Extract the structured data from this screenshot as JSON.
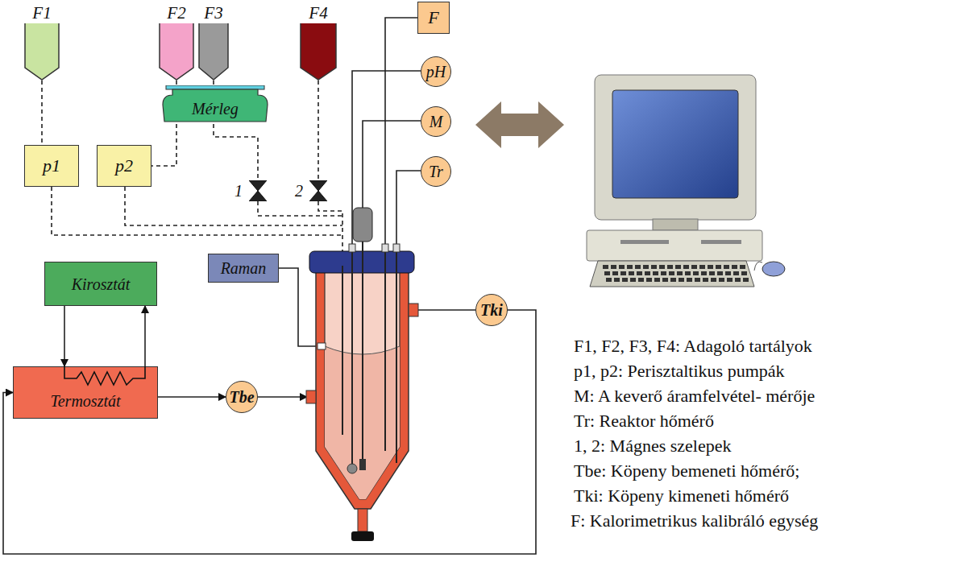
{
  "diagram": {
    "nodes": [
      {
        "text": [
          "F1"
        ]
      },
      {
        "text": [
          "F2"
        ]
      },
      {
        "text": [
          "F3"
        ]
      },
      {
        "text": [
          "F4"
        ]
      },
      {
        "text": [
          "Mérleg"
        ]
      },
      {
        "text": [
          "p1"
        ]
      },
      {
        "text": [
          "p2"
        ]
      },
      {
        "text": [
          "1"
        ]
      },
      {
        "text": [
          "2"
        ]
      },
      {
        "text": [
          "F"
        ]
      },
      {
        "text": [
          "pH"
        ]
      },
      {
        "text": [
          "M"
        ]
      },
      {
        "text": [
          "Tr"
        ]
      },
      {
        "text": [
          "Raman"
        ]
      },
      {
        "text": [
          "Kirosztát"
        ]
      },
      {
        "text": [
          "Termosztát"
        ]
      },
      {
        "text": [
          "Tbe"
        ]
      },
      {
        "text": [
          "Tki"
        ]
      }
    ],
    "edges": [
      {
        "from": 0,
        "to": 5,
        "arrow": "none"
      },
      {
        "from": 1,
        "to": 6,
        "arrow": "none"
      },
      {
        "from": 2,
        "to": 7,
        "arrow": "none"
      },
      {
        "from": 3,
        "to": 8,
        "arrow": "none"
      },
      {
        "from": 14,
        "to": 15,
        "arrow": "to"
      },
      {
        "from": 15,
        "to": 14,
        "arrow": "to"
      },
      {
        "from": 15,
        "to": 16,
        "arrow": "to"
      },
      {
        "from": 17,
        "to": 15,
        "arrow": "to"
      }
    ],
    "labels": [
      "F1, F2, F3, F4: Adagoló tartályok",
      "p1, p2: Perisztaltikus pumpák",
      "M: A keverő áramfelvétel- mérője",
      "Tr: Reaktor hőmérő",
      "1, 2: Mágnes szelepek",
      "Tbe: Köpeny bemeneti hőmérő;",
      "Tki: Köpeny kimeneti hőmérő",
      "F: Kalorimetrikus kalibráló egység"
    ]
  }
}
